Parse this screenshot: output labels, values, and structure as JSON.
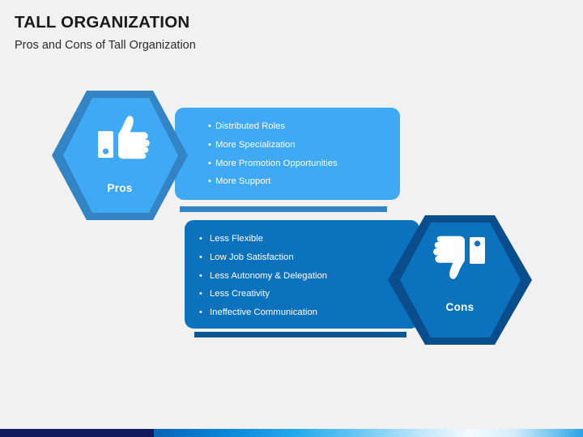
{
  "header": {
    "title": "TALL ORGANIZATION",
    "subtitle": "Pros and Cons of Tall Organization"
  },
  "pros": {
    "label": "Pros",
    "icon": "thumbs-up-icon",
    "bullet_char": "•",
    "items": [
      "Distributed Roles",
      "More Specialization",
      "More Promotion Opportunities",
      "More Support"
    ],
    "colors": {
      "panel": "#3FA9F5",
      "hex_fill": "#3FA9F5",
      "hex_outline": "#3284c4",
      "shadow_bar": "#3284c4",
      "text": "#FFFFFF"
    }
  },
  "cons": {
    "label": "Cons",
    "icon": "thumbs-down-icon",
    "bullet_char": "•",
    "items": [
      "Less Flexible",
      "Low Job Satisfaction",
      "Less Autonomy & Delegation",
      "Less Creativity",
      "Ineffective Communication"
    ],
    "colors": {
      "panel": "#0C72BE",
      "hex_fill": "#0C72BE",
      "hex_outline": "#0a4d8c",
      "shadow_bar": "#0a5796",
      "text": "#FFFFFF"
    }
  },
  "footer": {
    "accent_navy": "#121a5e",
    "accent_blue": "#0d8ddd"
  },
  "background": "#f1f1f1"
}
